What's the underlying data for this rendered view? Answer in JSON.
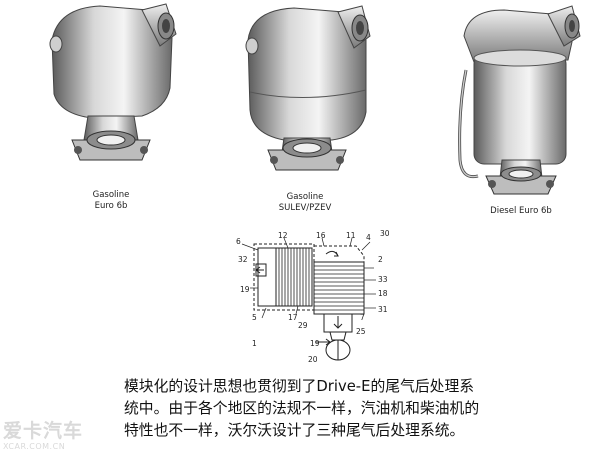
{
  "units": [
    {
      "label_line1": "Gasoline",
      "label_line2": "Euro 6b"
    },
    {
      "label_line1": "Gasoline",
      "label_line2": "SULEV/PZEV"
    },
    {
      "label_line1": "Diesel Euro 6b",
      "label_line2": ""
    }
  ],
  "diagram": {
    "callouts": [
      "6",
      "12",
      "16",
      "11",
      "4",
      "30",
      "32",
      "2",
      "33",
      "19",
      "18",
      "31",
      "5",
      "17",
      "29",
      "7",
      "25",
      "1",
      "19",
      "20"
    ]
  },
  "caption": {
    "line1": "模块化的设计思想也贯彻到了Drive-E的尾气后处理系",
    "line2": "统中。由于各个地区的法规不一样，汽油机和柴油机的",
    "line3": "特性也不一样，沃尔沃设计了三种尾气后处理系统。"
  },
  "watermark": {
    "main": "爱卡汽车",
    "sub": "XCAR.COM.CN"
  }
}
